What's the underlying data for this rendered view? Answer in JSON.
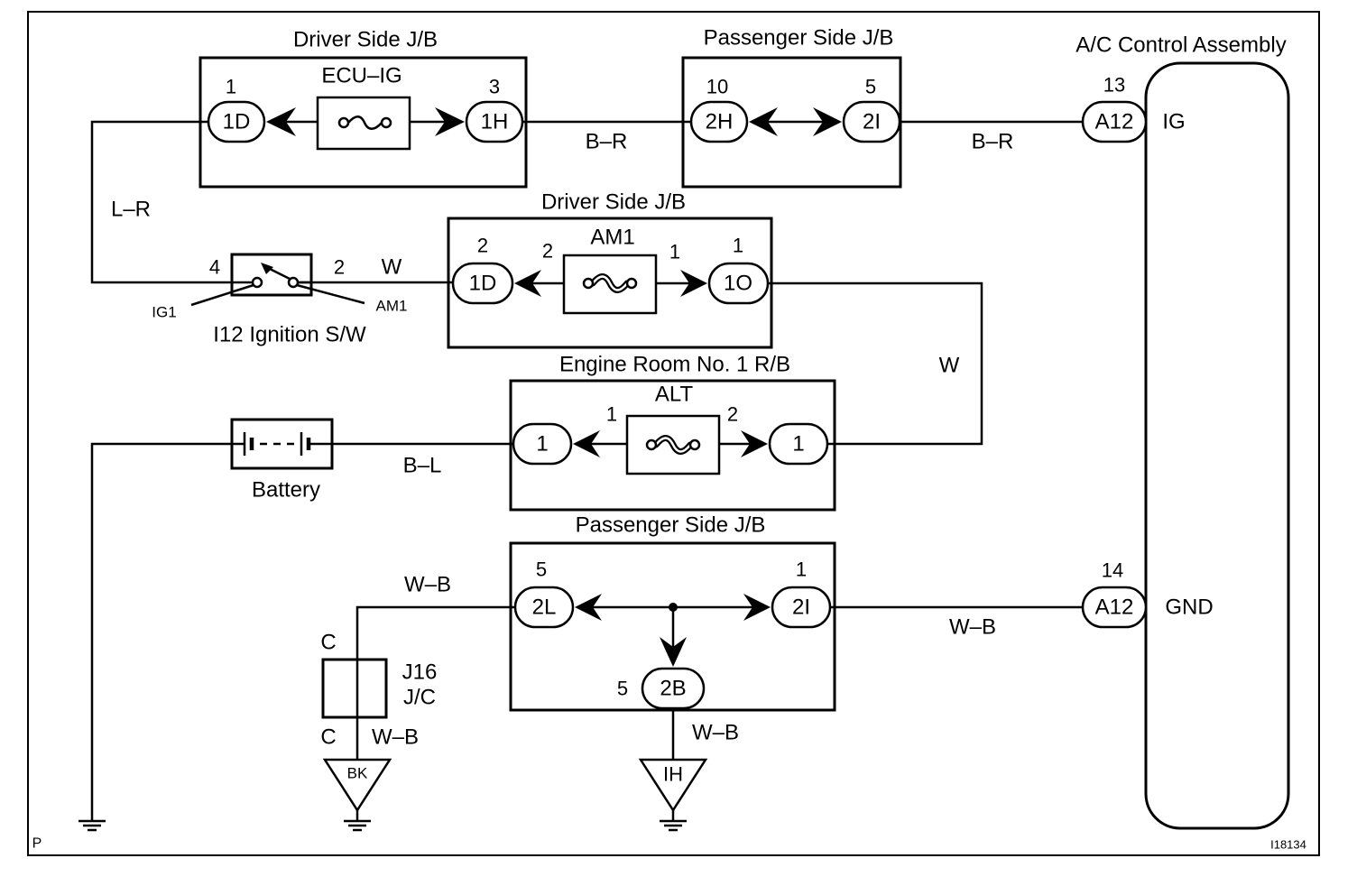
{
  "diagram": {
    "ac_control": {
      "title": "A/C Control Assembly",
      "ig_pin": "13",
      "ig_conn": "A12",
      "ig_label": "IG",
      "gnd_pin": "14",
      "gnd_conn": "A12",
      "gnd_label": "GND"
    },
    "driver_jb_top": {
      "title": "Driver Side J/B",
      "fuse": "ECU–IG",
      "left_pin": "1",
      "left_conn": "1D",
      "right_pin": "3",
      "right_conn": "1H"
    },
    "passenger_jb_top": {
      "title": "Passenger Side J/B",
      "left_pin": "10",
      "left_conn": "2H",
      "right_pin": "5",
      "right_conn": "2I"
    },
    "driver_jb_mid": {
      "title": "Driver Side J/B",
      "fuse": "AM1",
      "left_pin": "2",
      "left_conn": "1D",
      "fuse_left_pin": "2",
      "fuse_right_pin": "1",
      "right_pin": "1",
      "right_conn": "1O"
    },
    "engine_room_rb": {
      "title": "Engine Room No. 1 R/B",
      "fuse": "ALT",
      "left_conn": "1",
      "fuse_left_pin": "1",
      "fuse_right_pin": "2",
      "right_conn": "1"
    },
    "passenger_jb_bottom": {
      "title": "Passenger Side J/B",
      "left_pin": "5",
      "left_conn": "2L",
      "right_pin": "1",
      "right_conn": "2I",
      "bottom_pin": "5",
      "bottom_conn": "2B"
    },
    "ignition_switch": {
      "title": "I12 Ignition S/W",
      "pin_left": "4",
      "pin_right": "2",
      "contact_left": "IG1",
      "contact_right": "AM1"
    },
    "battery": {
      "label": "Battery"
    },
    "junction_connector": {
      "name": "J16",
      "type": "J/C",
      "top_pin": "C",
      "bottom_pin": "C"
    },
    "grounds": {
      "left": "BK",
      "right": "IH"
    },
    "wire_colors": {
      "l_r": "L–R",
      "b_r_a": "B–R",
      "b_r_b": "B–R",
      "w_a": "W",
      "w_b": "W",
      "b_l": "B–L",
      "w_b_a": "W–B",
      "w_b_b": "W–B",
      "w_b_c": "W–B",
      "w_b_d": "W–B"
    },
    "page_code": "P",
    "figure_id": "I18134"
  }
}
